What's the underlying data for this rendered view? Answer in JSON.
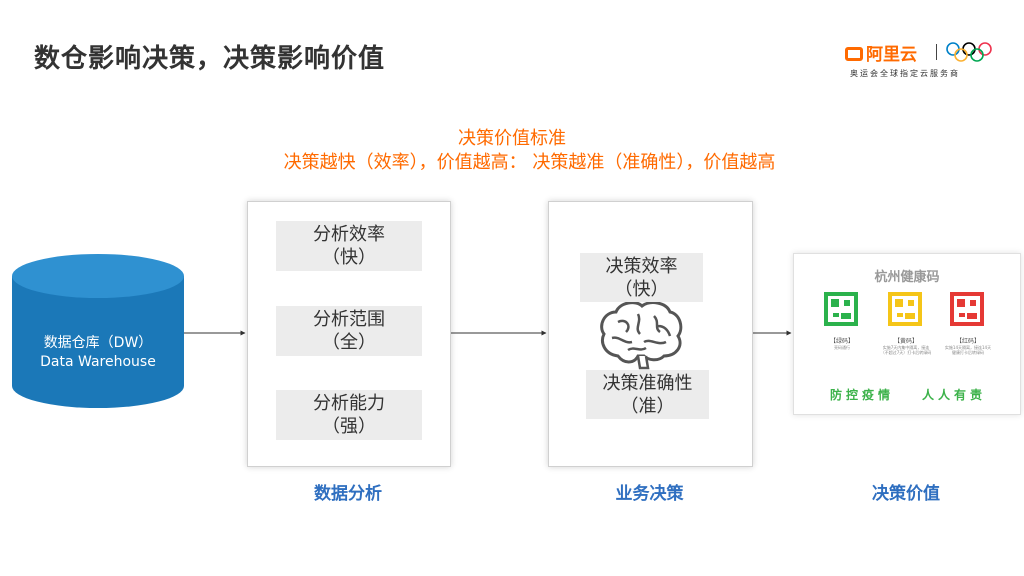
{
  "slide": {
    "title": "数仓影响决策，决策影响价值"
  },
  "logo": {
    "brand": "阿里云",
    "subtitle": "奥运会全球指定云服务商"
  },
  "standard": {
    "line1": "决策价值标准",
    "line2": "决策越快（效率），价值越高： 决策越准（准确性），价值越高"
  },
  "warehouse": {
    "line1": "数据仓库（DW）",
    "line2": "Data Warehouse"
  },
  "analysis": {
    "caption": "数据分析",
    "items": [
      {
        "line1": "分析效率",
        "line2": "（快）"
      },
      {
        "line1": "分析范围",
        "line2": "（全）"
      },
      {
        "line1": "分析能力",
        "line2": "（强）"
      }
    ]
  },
  "decision": {
    "caption": "业务决策",
    "items": [
      {
        "line1": "决策效率",
        "line2": "（快）"
      },
      {
        "line1": "决策准确性",
        "line2": "（准）"
      }
    ]
  },
  "value": {
    "caption": "决策价值",
    "card_title": "杭州健康码",
    "codes": [
      {
        "label": "【绿码】",
        "desc1": "亮码通行",
        "desc2": "",
        "desc3": "",
        "color": "#2bb24c"
      },
      {
        "label": "【黄码】",
        "desc1": "实施7天内集中隔离，接连",
        "desc2": "（不超过7天）打卡后转绿码",
        "desc3": "",
        "color": "#f5c518"
      },
      {
        "label": "【红码】",
        "desc1": "实施14天隔离，接连14天",
        "desc2": "健康打卡后转绿码",
        "desc3": "",
        "color": "#e53935"
      }
    ],
    "slogan_left": "防控疫情",
    "slogan_right": "人人有责"
  },
  "colors": {
    "accent": "#ff6a00",
    "caption_blue": "#2f6fc0",
    "cylinder": "#1b78b8"
  }
}
